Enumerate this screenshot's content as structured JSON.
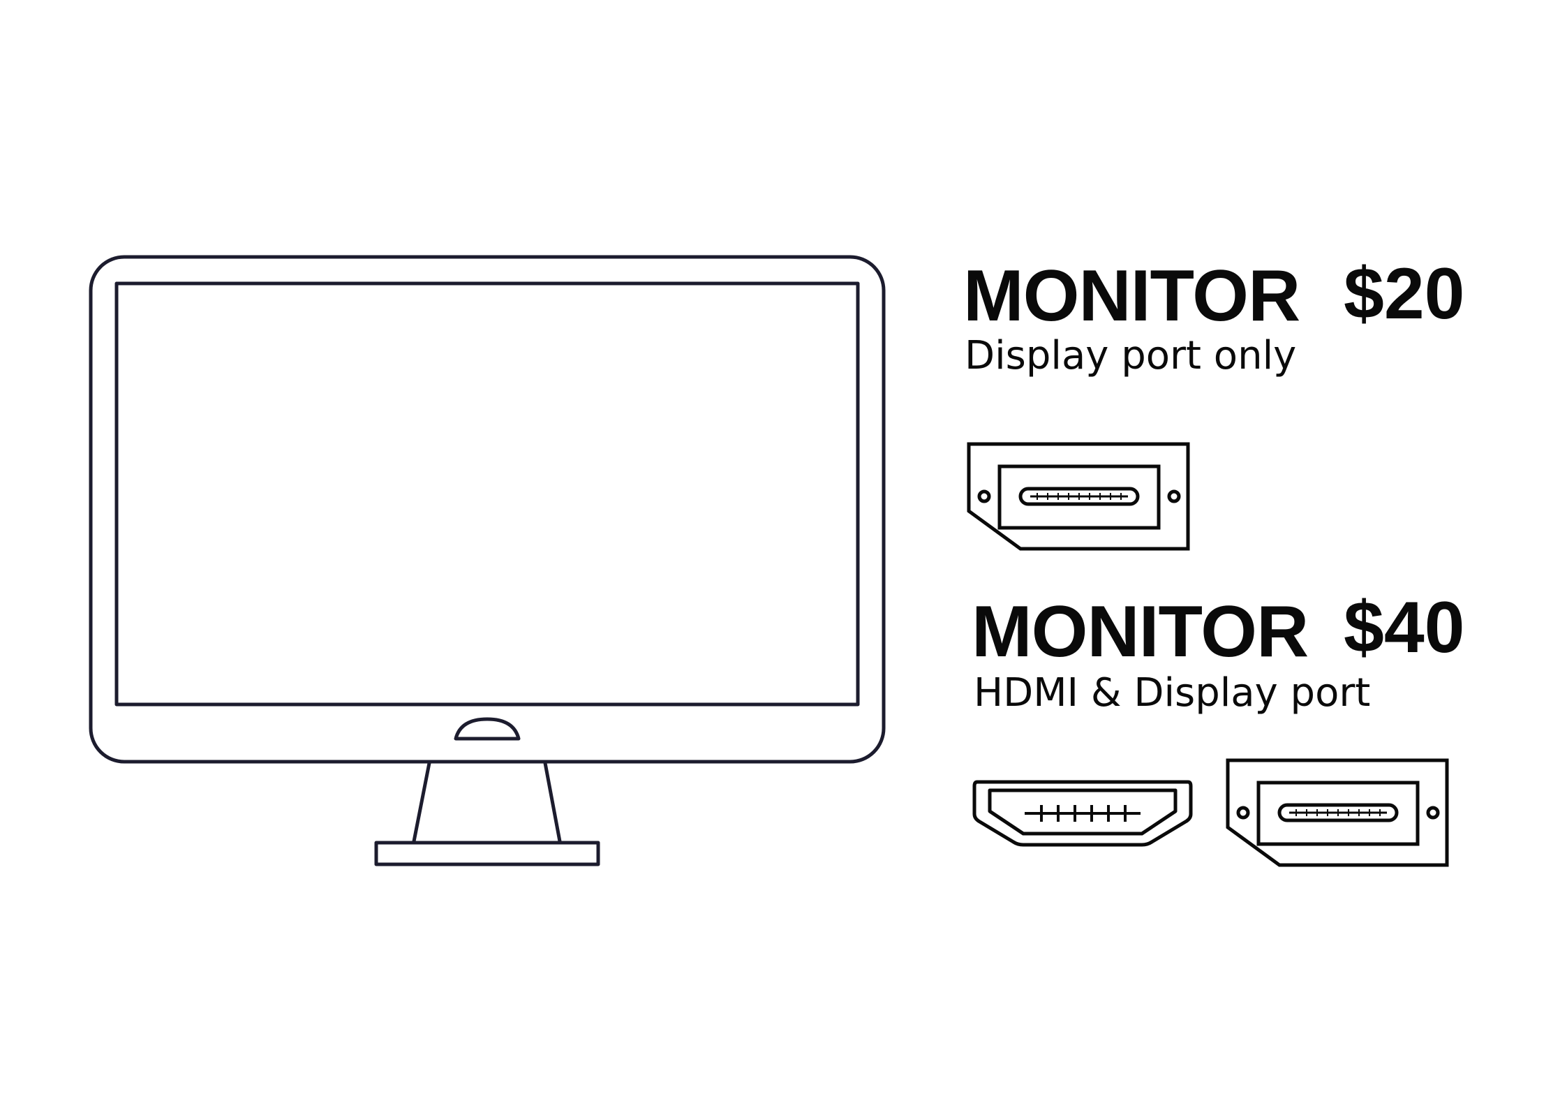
{
  "colors": {
    "outline": "#1c1c2e",
    "text": "#0a0a0a",
    "background": "#ffffff"
  },
  "products": [
    {
      "title": "MONITOR",
      "price": "$20",
      "subtitle": "Display port only",
      "ports": [
        "displayport-icon"
      ]
    },
    {
      "title": "MONITOR",
      "price": "$40",
      "subtitle": "HDMI & Display port",
      "ports": [
        "hdmi-icon",
        "displayport-icon"
      ]
    }
  ]
}
